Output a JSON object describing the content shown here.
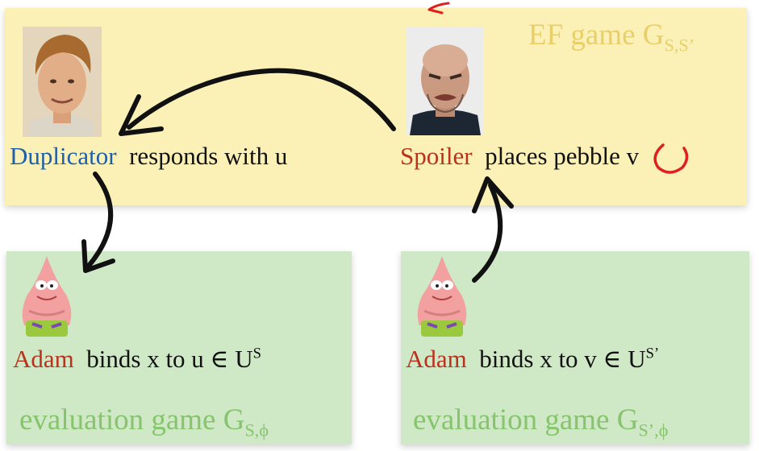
{
  "ef_game": {
    "title": "EF game G",
    "title_sub": "S,S’",
    "duplicator_label": "Duplicator",
    "duplicator_text": "responds with u",
    "spoiler_label": "Spoiler",
    "spoiler_text": "places pebble v"
  },
  "eval_left": {
    "adam_label": "Adam",
    "action_text": "binds x to u ∈ U",
    "action_sup": "S",
    "title": "evaluation game G",
    "title_sub": "S,ϕ"
  },
  "eval_right": {
    "adam_label": "Adam",
    "action_text": "binds x to v ∈ U",
    "action_sup": "S’",
    "title": "evaluation game G",
    "title_sub": "S’,ϕ"
  },
  "colors": {
    "ef_panel": "#fbf1b6",
    "eval_panel": "#cfe8c6",
    "duplicator": "#1f5fa8",
    "spoiler_adam": "#b8321e",
    "ef_title": "#e8cf6a",
    "eval_title": "#86c46d",
    "annotation": "#e02020"
  },
  "icons": [
    "duplicator-portrait",
    "spoiler-portrait",
    "patrick-cartoon-icon",
    "curved-arrow-icon",
    "circle-annotation-icon"
  ]
}
